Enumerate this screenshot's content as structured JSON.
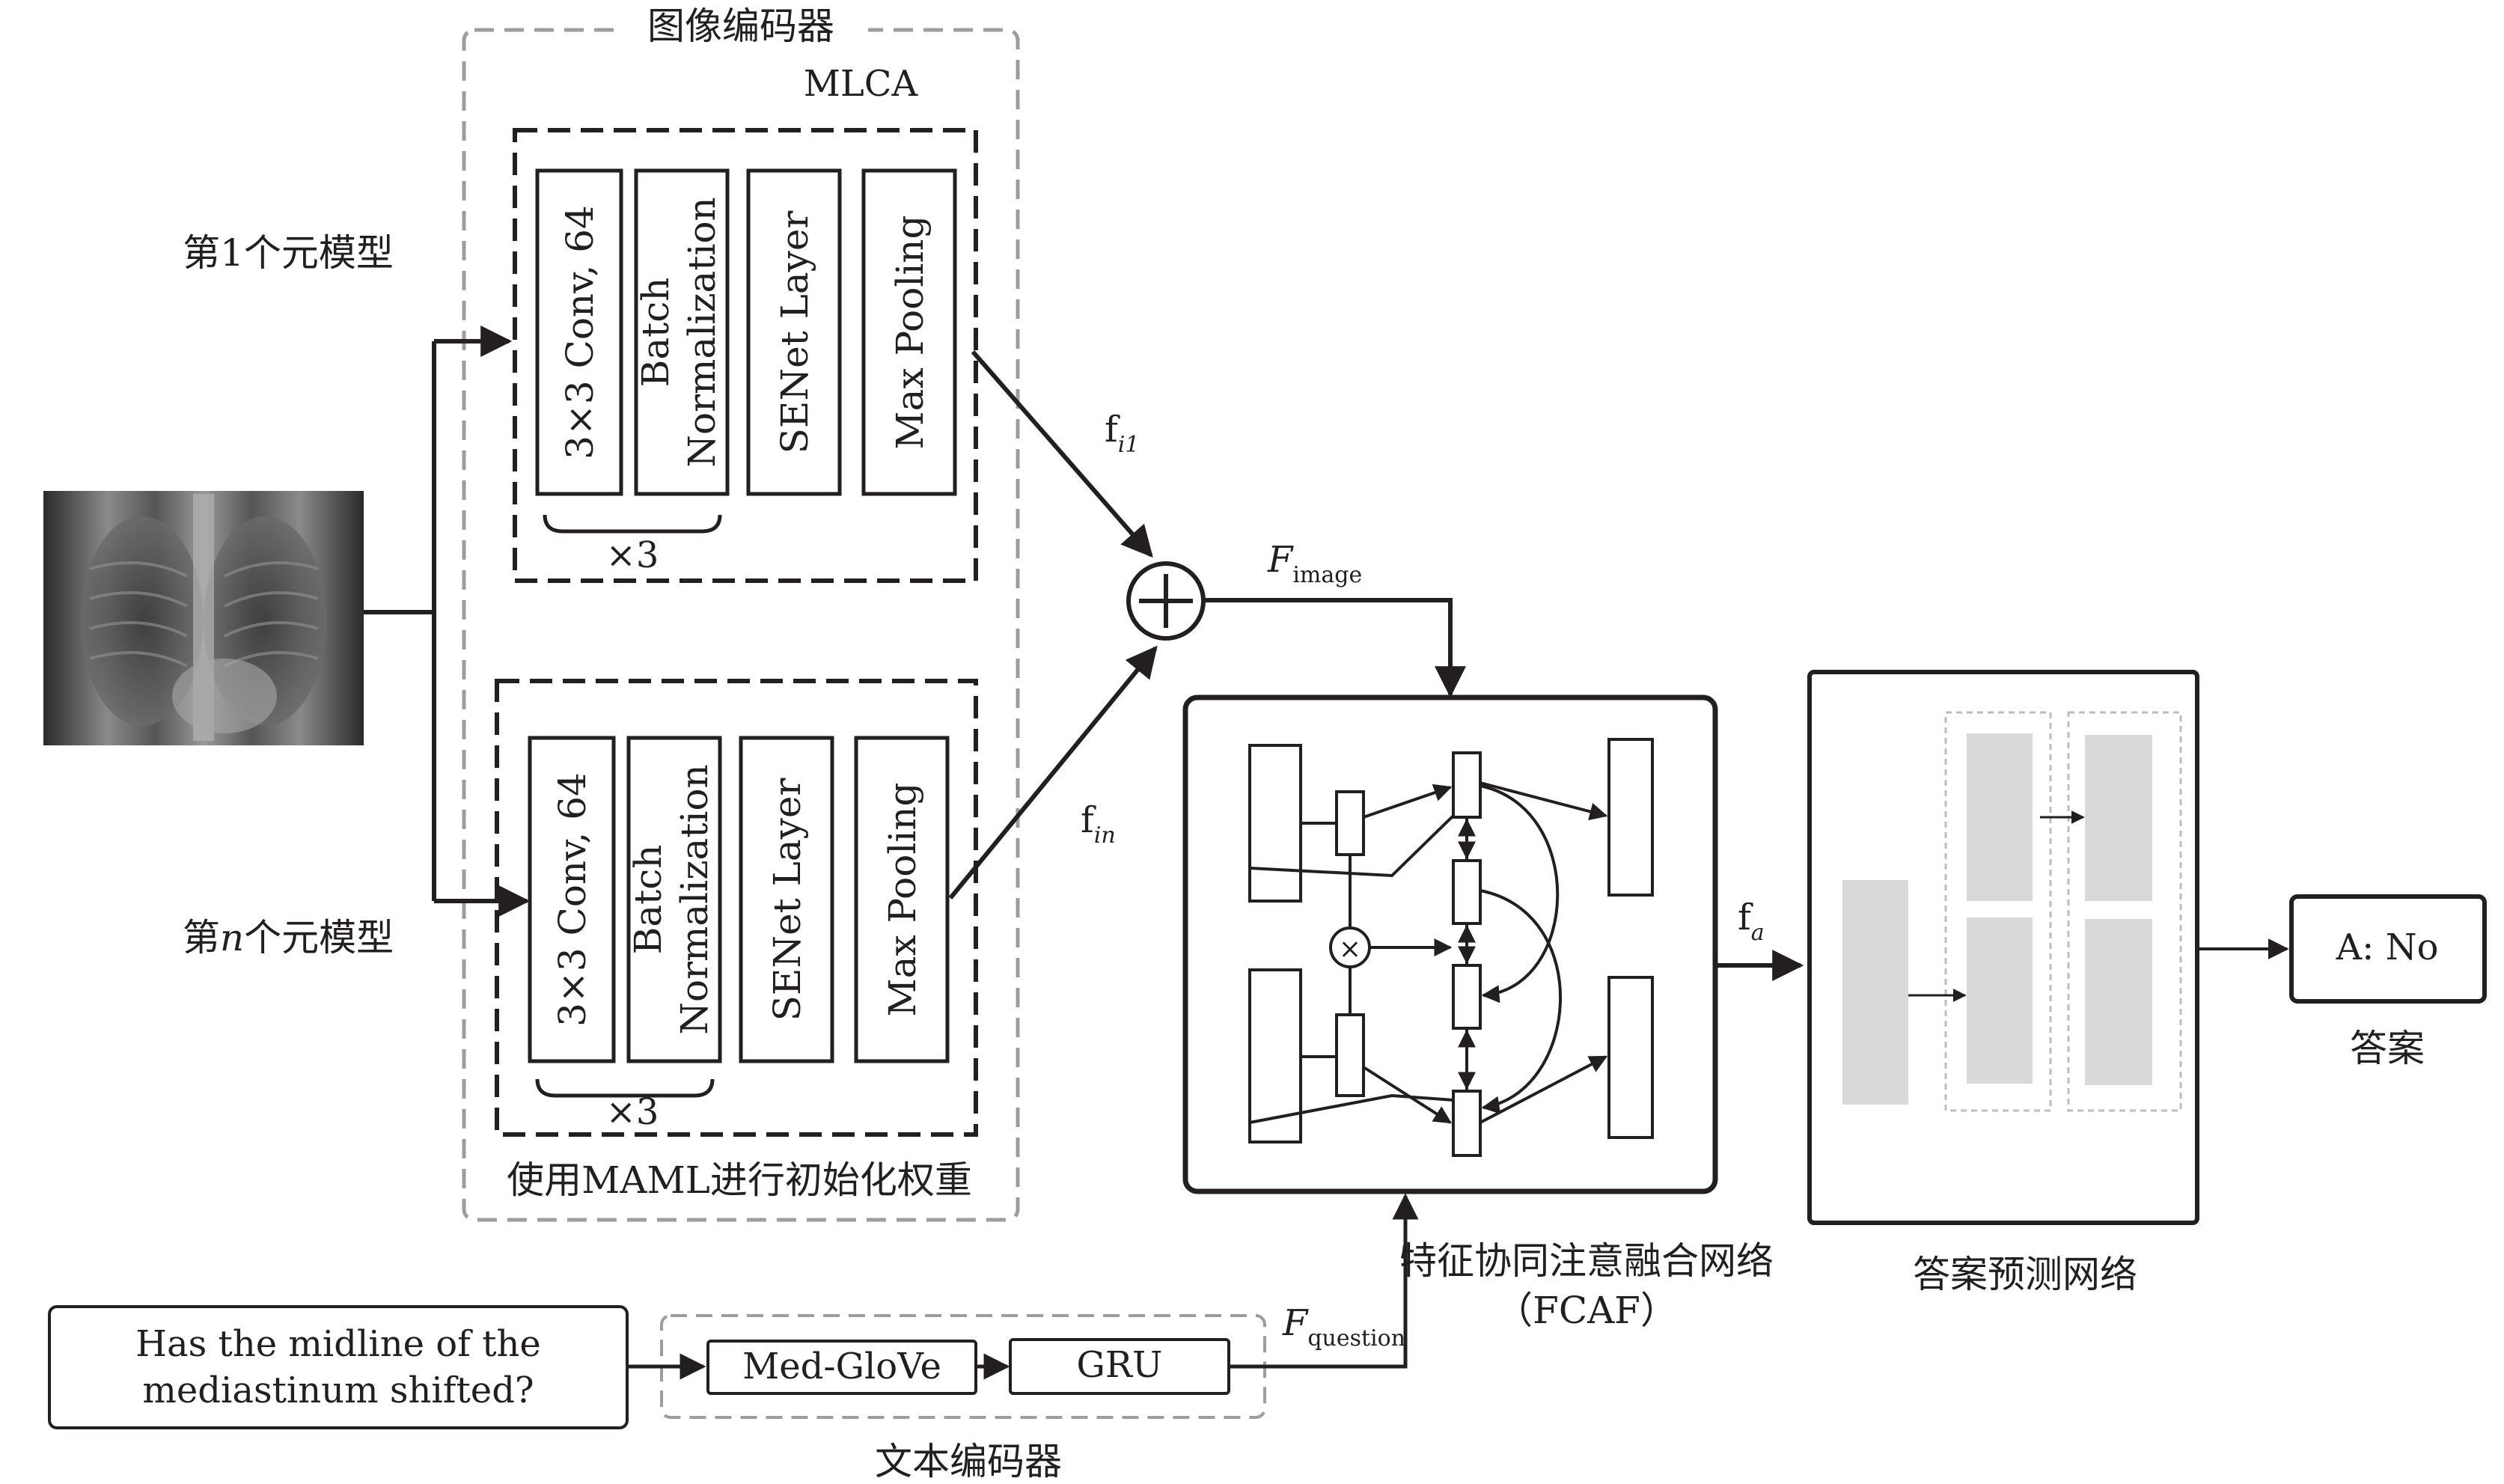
{
  "image_encoder": {
    "title": "图像编码器",
    "mlca_label": "MLCA",
    "maml_label": "使用MAML进行初始化权重",
    "meta_model_1": "第1个元模型",
    "meta_model_n_prefix": "第",
    "meta_model_n_italic": "n",
    "meta_model_n_suffix": "个元模型",
    "layers": [
      "3×3 Conv, 64",
      "Batch",
      "Normalization",
      "SENet Layer",
      "Max Pooling"
    ],
    "repeat_label": "×3"
  },
  "features": {
    "fi1_base": "f",
    "fi1_sub": "i1",
    "fin_base": "f",
    "fin_sub": "in",
    "fimage_base": "F",
    "fimage_sub": "image",
    "fquestion_base": "F",
    "fquestion_sub": "question",
    "fa_base": "f",
    "fa_sub": "a"
  },
  "fcaf": {
    "title": "特征协同注意融合网络",
    "abbrev": "（FCAF）",
    "multiply_symbol": "×"
  },
  "answer_net": {
    "title": "答案预测网络"
  },
  "answer": {
    "text": "A: No",
    "caption": "答案"
  },
  "question": {
    "line1": "Has the midline of the",
    "line2": "mediastinum shifted?"
  },
  "text_encoder": {
    "title": "文本编码器",
    "glove": "Med-GloVe",
    "gru": "GRU"
  },
  "colors": {
    "ink": "#231f20",
    "dashed_gray": "#9d9d9d",
    "block_gray": "#d9d9d9"
  },
  "icons": {
    "sum": "circled-plus-icon",
    "xray": "chest-xray-image"
  }
}
